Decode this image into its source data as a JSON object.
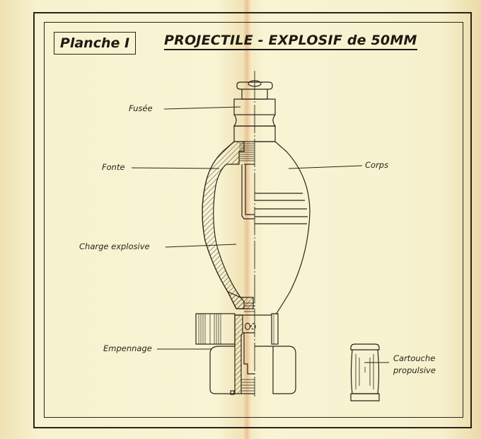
{
  "plate": {
    "label": "Planche I"
  },
  "title": "PROJECTILE - EXPLOSIF de 50MM",
  "labels": {
    "fusee": "Fusée",
    "fonte": "Fonte",
    "corps": "Corps",
    "charge": "Charge explosive",
    "empennage": "Empennage",
    "cartouche_line1": "Cartouche",
    "cartouche_line2": "propulsive"
  },
  "colors": {
    "paper": "#f8f4d4",
    "ink": "#2a2418",
    "fold_stain": "#e19664"
  }
}
